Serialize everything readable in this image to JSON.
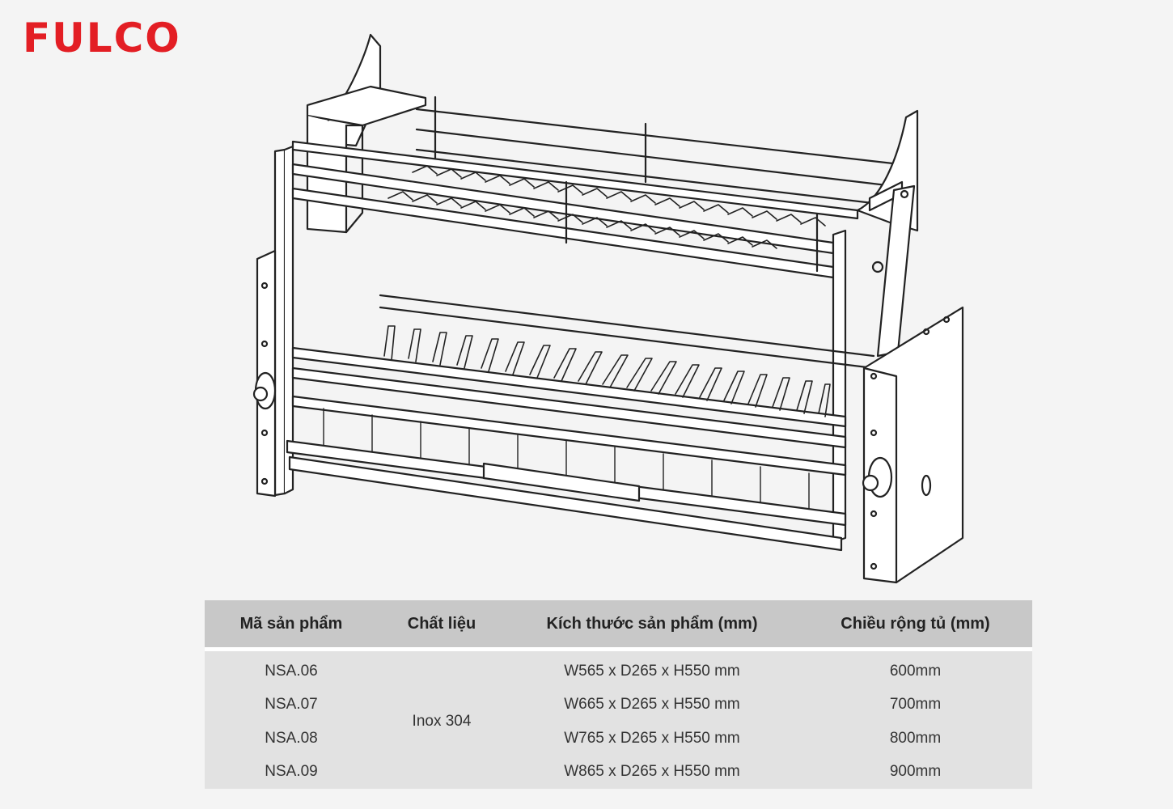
{
  "brand": {
    "logo_text": "FULCO",
    "color": "#e31e24"
  },
  "illustration": {
    "icon": "pull-down-dish-rack-icon"
  },
  "table": {
    "headers": {
      "code": "Mã sản phẩm",
      "material": "Chất liệu",
      "size": "Kích thước sản phẩm (mm)",
      "cabinet": "Chiều rộng tủ (mm)"
    },
    "material": "Inox 304",
    "rows": [
      {
        "code": "NSA.06",
        "size": "W565 x D265 x H550 mm",
        "cabinet": "600mm"
      },
      {
        "code": "NSA.07",
        "size": "W665 x D265 x H550 mm",
        "cabinet": "700mm"
      },
      {
        "code": "NSA.08",
        "size": "W765 x D265 x H550 mm",
        "cabinet": "800mm"
      },
      {
        "code": "NSA.09",
        "size": "W865 x D265 x H550 mm",
        "cabinet": "900mm"
      }
    ]
  }
}
